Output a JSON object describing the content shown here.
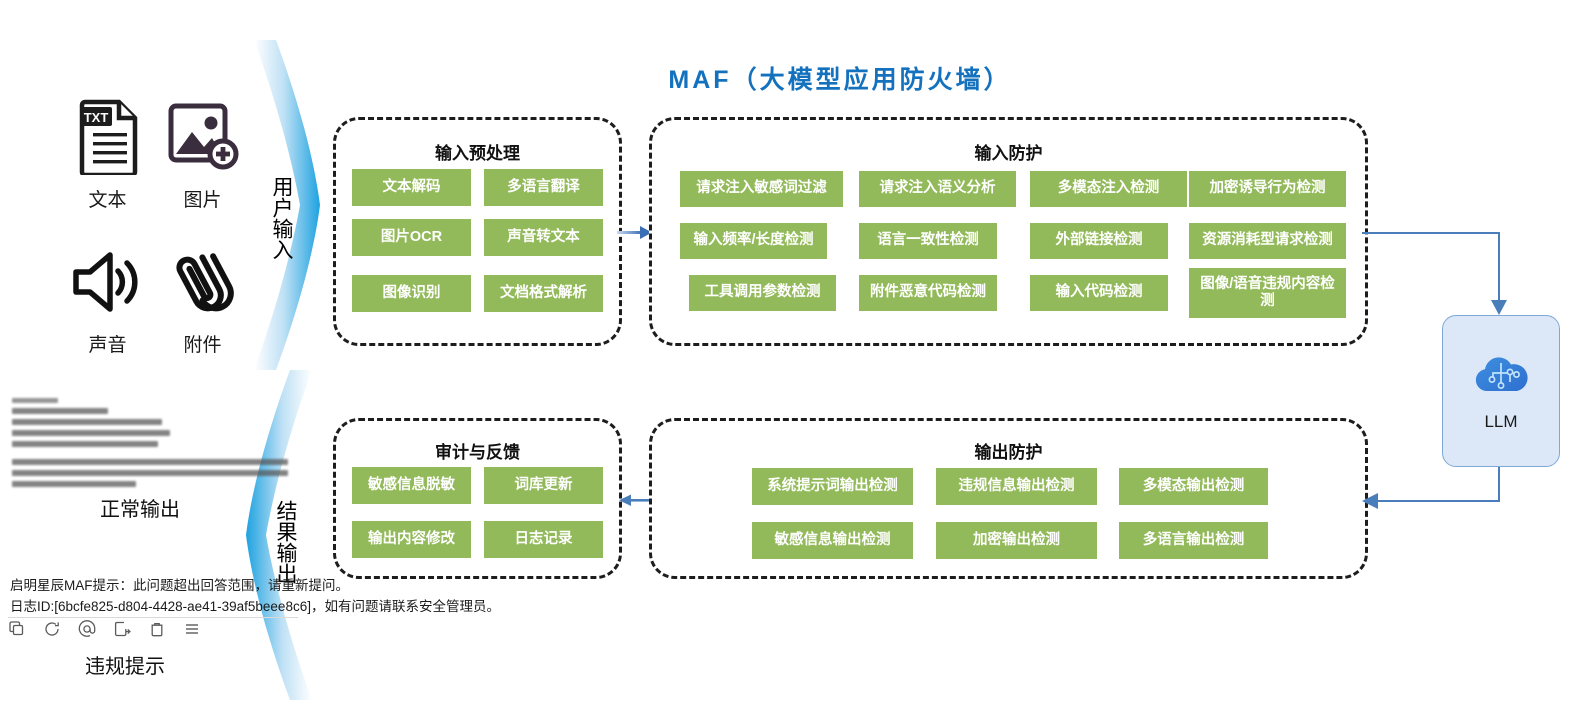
{
  "title": "MAF（大模型应用防火墙）",
  "colors": {
    "title_blue": "#1471BE",
    "capability_green": "#93BA5A",
    "connector_blue": "#4A7EBB",
    "llm_fill": "#DCE8F7",
    "llm_border": "#7FA8D6"
  },
  "inputs": {
    "items": [
      {
        "icon": "text-file-icon",
        "label": "文本"
      },
      {
        "icon": "image-add-icon",
        "label": "图片"
      },
      {
        "icon": "speaker-sound-icon",
        "label": "声音"
      },
      {
        "icon": "paperclip-attachment-icon",
        "label": "附件"
      }
    ]
  },
  "flow": {
    "user_input_label": "用户输入",
    "result_output_label": "结果输出"
  },
  "groups": {
    "input_preprocess": {
      "title": "输入预处理",
      "items": [
        "文本解码",
        "多语言翻译",
        "图片OCR",
        "声音转文本",
        "图像识别",
        "文档格式解析"
      ]
    },
    "input_protection": {
      "title": "输入防护",
      "items": [
        "请求注入敏感词过滤",
        "请求注入语义分析",
        "多模态注入检测",
        "加密诱导行为检测",
        "输入频率/长度检测",
        "语言一致性检测",
        "外部链接检测",
        "资源消耗型请求检测",
        "工具调用参数检测",
        "附件恶意代码检测",
        "输入代码检测",
        "图像/语音违规内容检测"
      ]
    },
    "audit_feedback": {
      "title": "审计与反馈",
      "items": [
        "敏感信息脱敏",
        "词库更新",
        "输出内容修改",
        "日志记录"
      ]
    },
    "output_protection": {
      "title": "输出防护",
      "items": [
        "系统提示词输出检测",
        "违规信息输出检测",
        "多模态输出检测",
        "敏感信息输出检测",
        "加密输出检测",
        "多语言输出检测"
      ]
    }
  },
  "llm": {
    "label": "LLM",
    "icon": "cloud-circuit-icon"
  },
  "chat_mock": {
    "normal_output_label": "正常输出",
    "warning_line1": "启明星辰MAF提示：此问题超出回答范围，请重新提问。",
    "warning_line2": "日志ID:[6bcfe825-d804-4428-ae41-39af5beee8c6]，如有问题请联系安全管理员。",
    "violation_label": "违规提示",
    "toolbar_icons": [
      "copy-icon",
      "refresh-icon",
      "mention-icon",
      "export-icon",
      "delete-icon",
      "menu-icon"
    ]
  }
}
